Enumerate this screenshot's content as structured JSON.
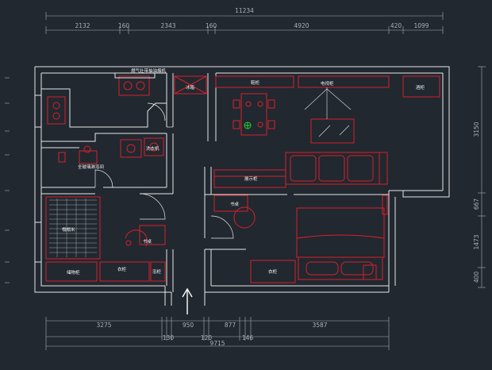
{
  "colors": {
    "background": "#212830",
    "wall": "#e6e6e6",
    "furniture": "#d8202a",
    "dimension": "#a9b0b6",
    "green_fixture": "#22d22a"
  },
  "dimensions": {
    "top_total": "11234",
    "top_segments": [
      "2132",
      "160",
      "2343",
      "160",
      "4920",
      "420",
      "1099"
    ],
    "bottom_upper": [
      "3275",
      "950",
      "877",
      "3587"
    ],
    "bottom_lower": [
      "130",
      "120",
      "146"
    ],
    "bottom_total": "9715",
    "right_side": [
      "3150",
      "667",
      "1473",
      "400"
    ]
  },
  "labels": {
    "kitchen_note": "燃气灶带抽油烟机",
    "washing_machine": "洗衣机",
    "shower_note": "全玻璃淋浴间",
    "tatami": "榻榻米",
    "storage_cabinet": "储物柜",
    "desk_left": "书桌",
    "closet_left": "衣柜",
    "bath_small": "浴柜",
    "fridge": "冰箱",
    "shoe_cabinet": "鞋柜",
    "tv_cabinet": "电视柜",
    "wine_cabinet": "酒柜",
    "display_cabinet": "展示柜",
    "desk_right": "书桌",
    "closet_right": "衣柜"
  },
  "icons": {
    "entrance_arrow": "arrow-up-icon"
  }
}
